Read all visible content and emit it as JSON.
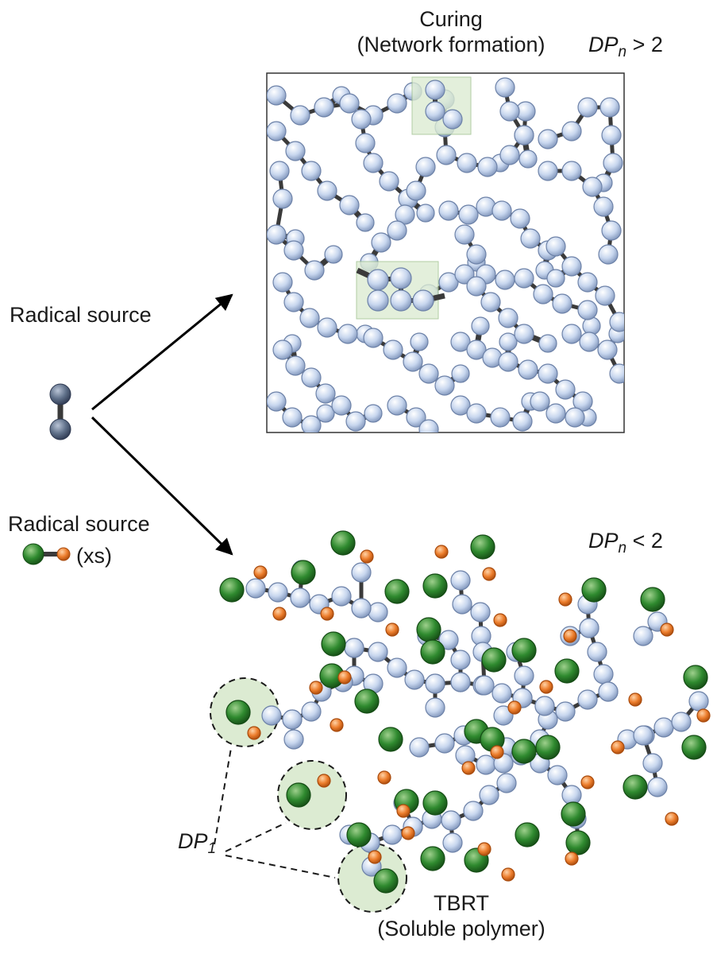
{
  "top_panel": {
    "title_line1": "Curing",
    "title_line2": "(Network formation)",
    "dp_symbol": "DP",
    "dp_sub": "n",
    "dp_relation": " > 2"
  },
  "left": {
    "radical_source_top": "Radical source",
    "radical_source_bottom": "Radical source",
    "xs_label": "(xs)"
  },
  "bottom_panel": {
    "dp_symbol": "DP",
    "dp_sub": "n",
    "dp_relation": " < 2",
    "dp1_symbol": "DP",
    "dp1_sub": "1",
    "tbrt_line1": "TBRT",
    "tbrt_line2": "(Soluble polymer)"
  },
  "colors": {
    "monomer_bead": "#c7d6ee",
    "bond": "#3a3a3a",
    "initiator_bead": "#5f7089",
    "green_end": "#2f8a2f",
    "orange_end": "#ec7d2c",
    "highlight": "#dcebd2"
  }
}
